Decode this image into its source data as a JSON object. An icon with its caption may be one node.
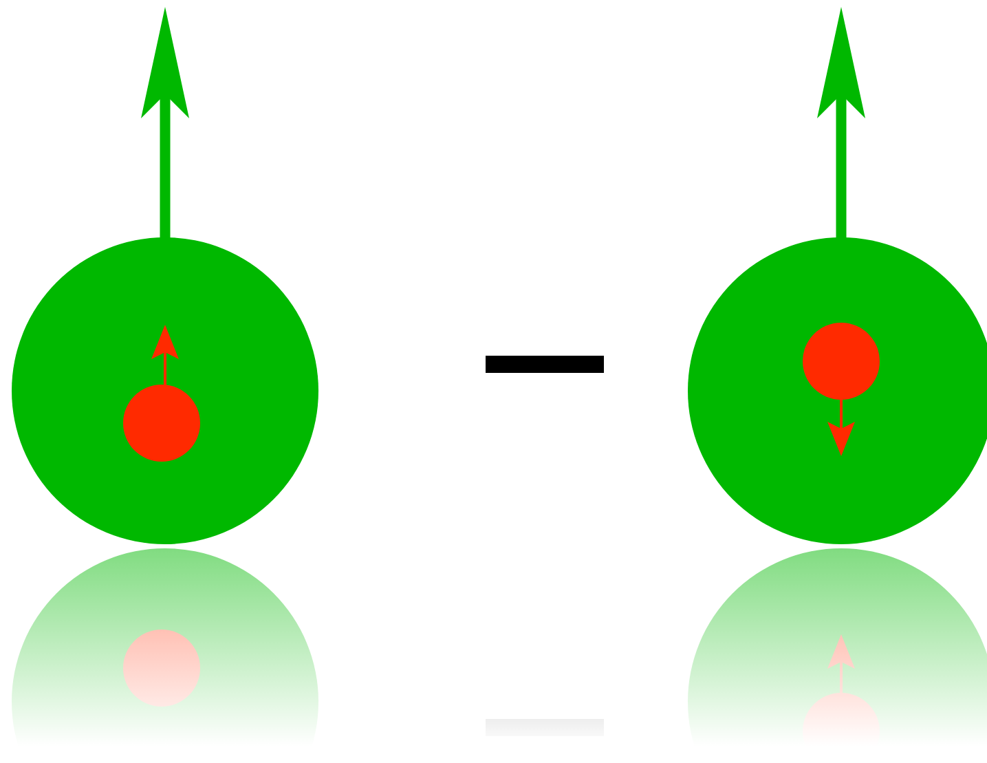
{
  "diagram": {
    "nodes": [
      {
        "text": [],
        "shape": "circle"
      },
      {
        "text": [],
        "shape": "circle",
        "in": 0
      },
      {
        "text": [],
        "shape": "bar"
      },
      {
        "text": [],
        "shape": "circle"
      },
      {
        "text": [],
        "shape": "circle",
        "in": 3
      }
    ]
  }
}
